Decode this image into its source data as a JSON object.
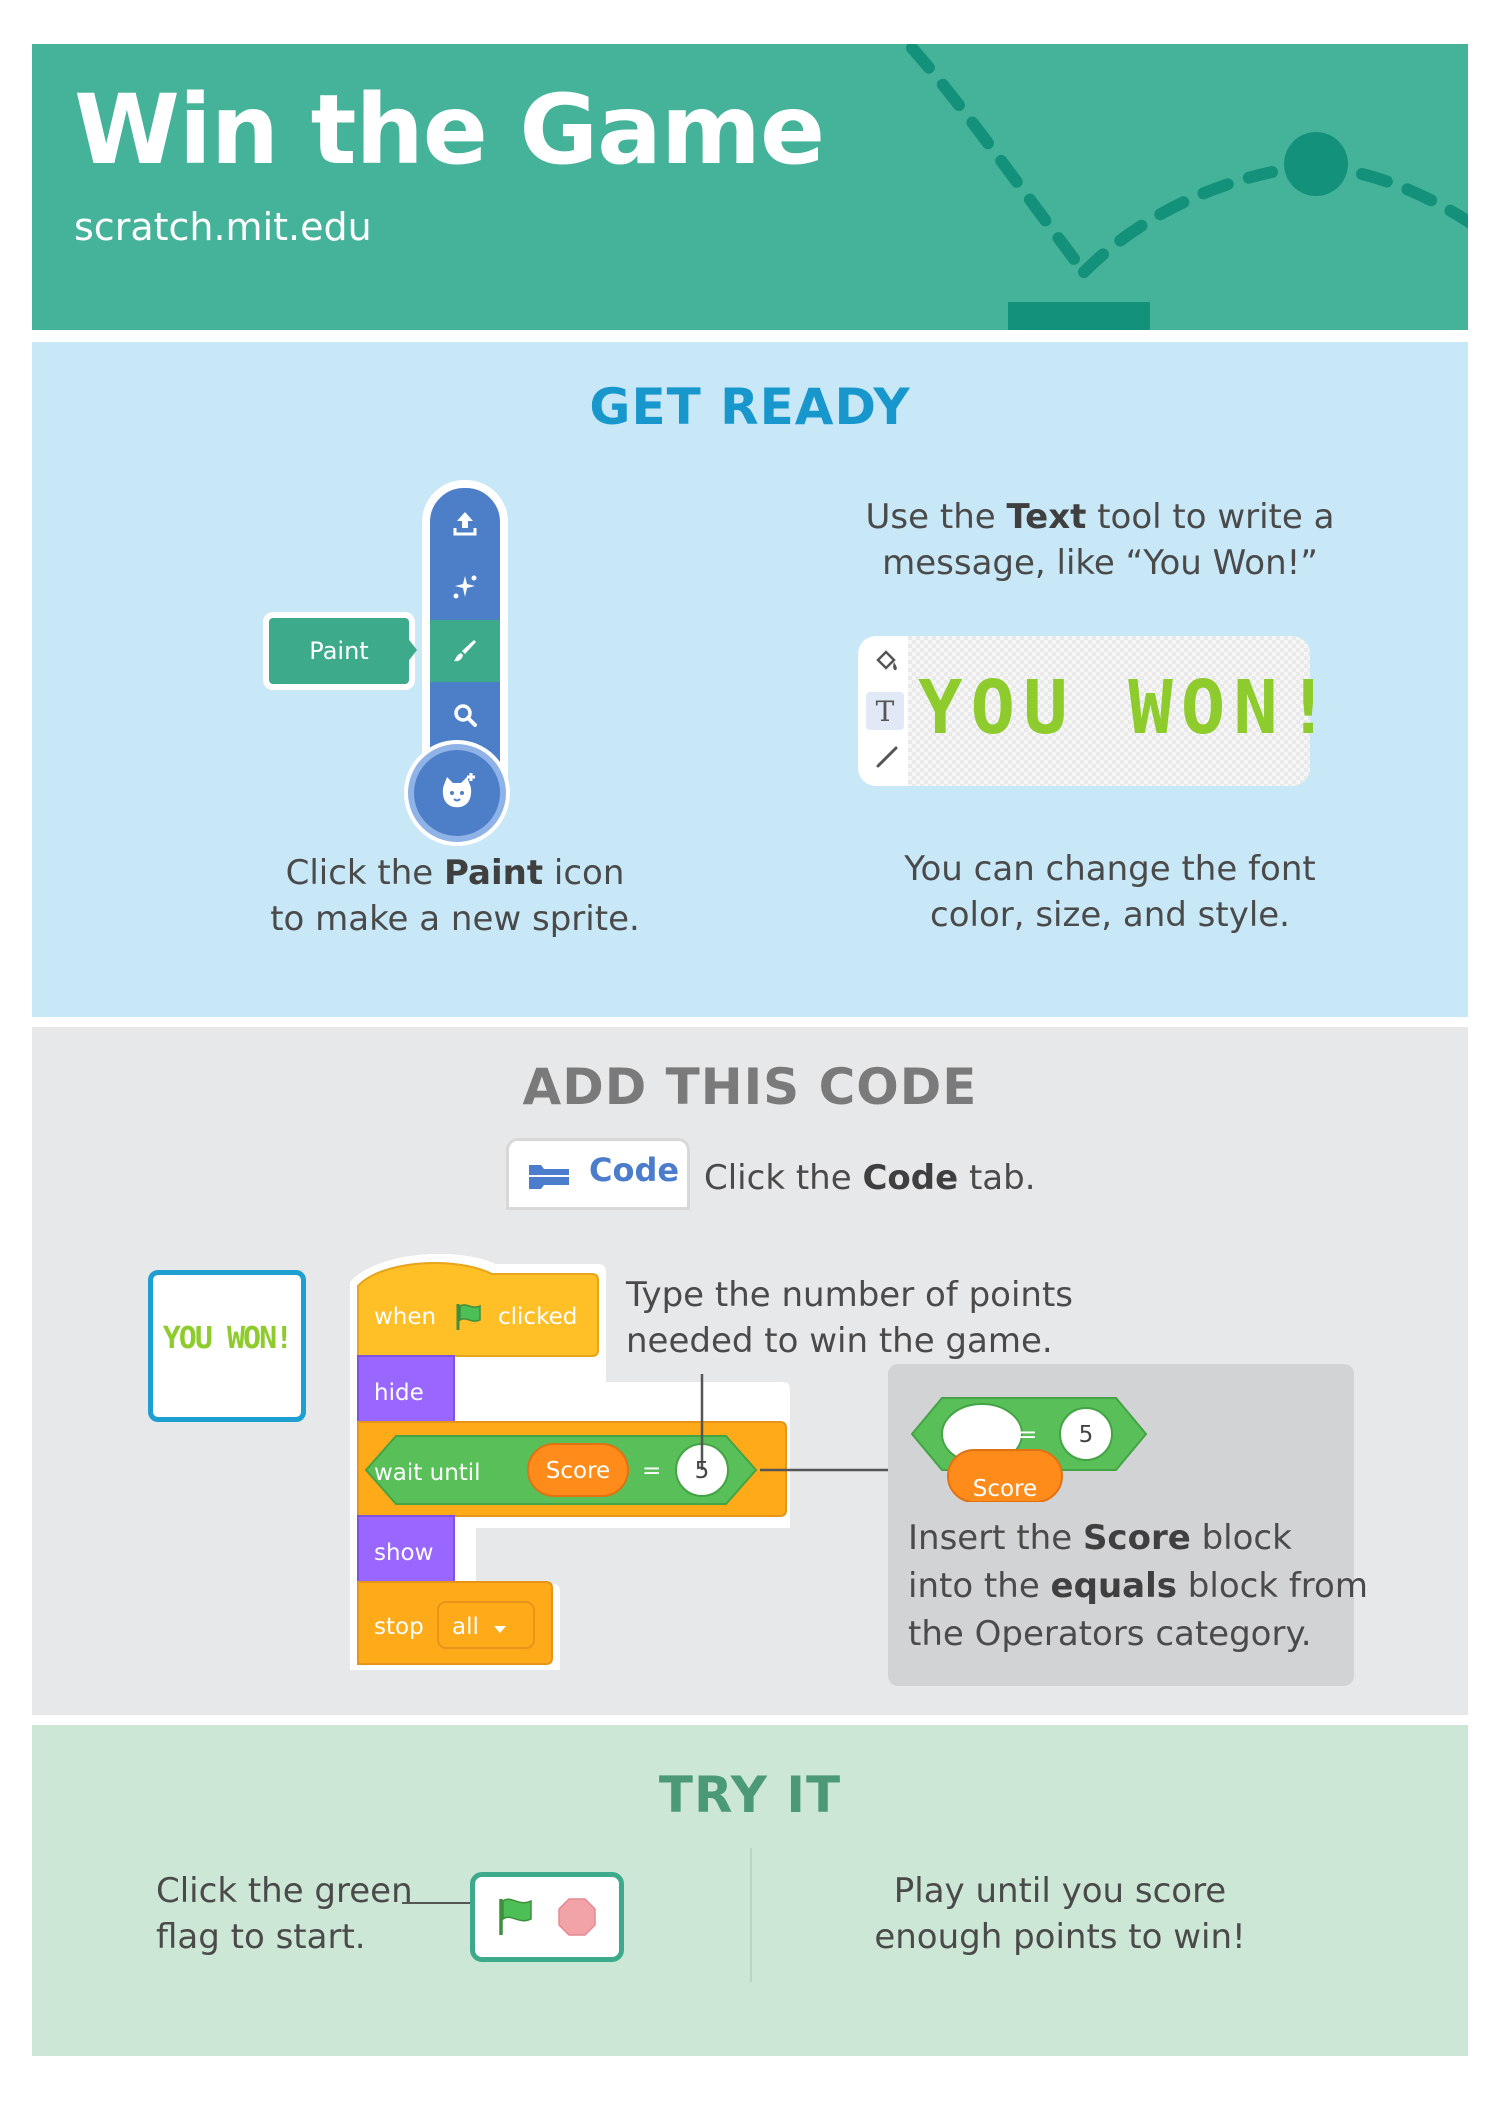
{
  "header": {
    "title": "Win the Game",
    "url": "scratch.mit.edu"
  },
  "get_ready": {
    "heading": "GET READY",
    "paint_tooltip": "Paint",
    "paint_caption": {
      "line1_pre": "Click the ",
      "line1_bold": "Paint",
      "line1_post": " icon",
      "line2": "to make a new sprite."
    },
    "text_tool_caption": {
      "line1_pre": "Use the ",
      "line1_bold": "Text",
      "line1_post": " tool to write a",
      "line2": "message, like “You Won!”"
    },
    "canvas_text": "YOU WON!",
    "font_caption": {
      "line1": "You can change the font",
      "line2": "color, size, and style."
    },
    "palette_icons": [
      "upload-icon",
      "surprise-icon",
      "paint-brush-icon",
      "search-icon",
      "cat-sprite-icon"
    ],
    "editor_tools": [
      "fill-icon",
      "text-tool-icon",
      "line-tool-icon"
    ]
  },
  "add_code": {
    "heading": "ADD THIS CODE",
    "code_tab_label": "Code",
    "code_tab_caption": {
      "pre": "Click the ",
      "bold": "Code",
      "post": " tab."
    },
    "sprite_preview_text": "YOU WON!",
    "blocks": {
      "when_flag": {
        "when": "when",
        "clicked": "clicked"
      },
      "hide": "hide",
      "wait_until": "wait until",
      "score_var": "Score",
      "equals": "=",
      "value": "5",
      "show": "show",
      "stop": "stop",
      "stop_option": "all"
    },
    "points_caption": {
      "line1": "Type the number of points",
      "line2": "needed to win the game."
    },
    "operator_caption": {
      "line1_pre": "Insert the ",
      "line1_bold": "Score",
      "line1_post": " block",
      "line2_pre": "into the ",
      "line2_bold": "equals",
      "line2_post": " block from",
      "line3": "the Operators category."
    },
    "operator_example": {
      "equals": "=",
      "value": "5",
      "score": "Score"
    }
  },
  "try_it": {
    "heading": "TRY IT",
    "left_caption": {
      "line1": "Click the green",
      "line2": "flag to start."
    },
    "right_caption": {
      "line1": "Play until you score",
      "line2": "enough points to win!"
    }
  },
  "colors": {
    "header_green": "#45b39a",
    "get_ready_blue": "#c8e8f7",
    "code_gray": "#e7e8ea",
    "try_green": "#cde7d6",
    "heading_blue": "#1797cb",
    "heading_gray": "#7a7a7a",
    "heading_green": "#4b9a75",
    "events_yellow": "#ffbf26",
    "looks_purple": "#9966ff",
    "control_orange": "#ffab19",
    "operators_green": "#59c059",
    "variables_orange": "#ff8c1a"
  }
}
